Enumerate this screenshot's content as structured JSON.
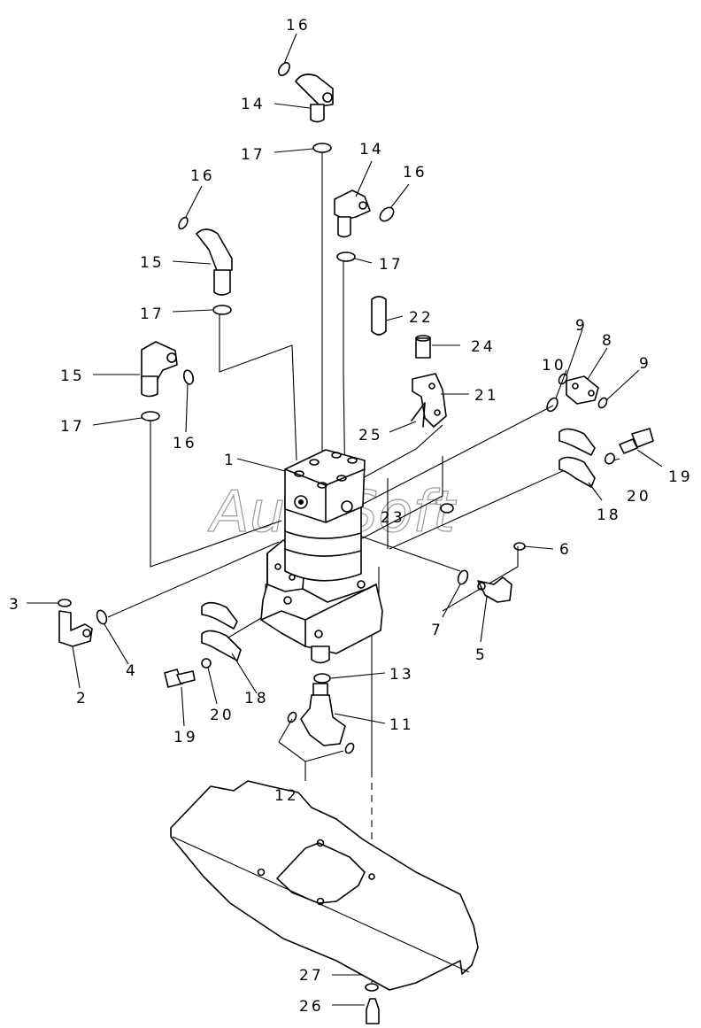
{
  "watermark": "AutoSoft",
  "callouts": {
    "c1": "1",
    "c2": "2",
    "c3": "3",
    "c4": "4",
    "c5": "5",
    "c6": "6",
    "c7": "7",
    "c8": "8",
    "c9a": "9",
    "c9b": "9",
    "c10": "10",
    "c11": "11",
    "c12": "12",
    "c13": "13",
    "c14a": "14",
    "c14b": "14",
    "c15a": "15",
    "c15b": "15",
    "c16a": "16",
    "c16b": "16",
    "c16c": "16",
    "c16d": "16",
    "c17a": "17",
    "c17b": "17",
    "c17c": "17",
    "c17d": "17",
    "c18a": "18",
    "c18b": "18",
    "c19a": "19",
    "c19b": "19",
    "c20a": "20",
    "c20b": "20",
    "c21": "21",
    "c22": "22",
    "c23": "23",
    "c24": "24",
    "c25": "25",
    "c26": "26",
    "c27": "27"
  }
}
